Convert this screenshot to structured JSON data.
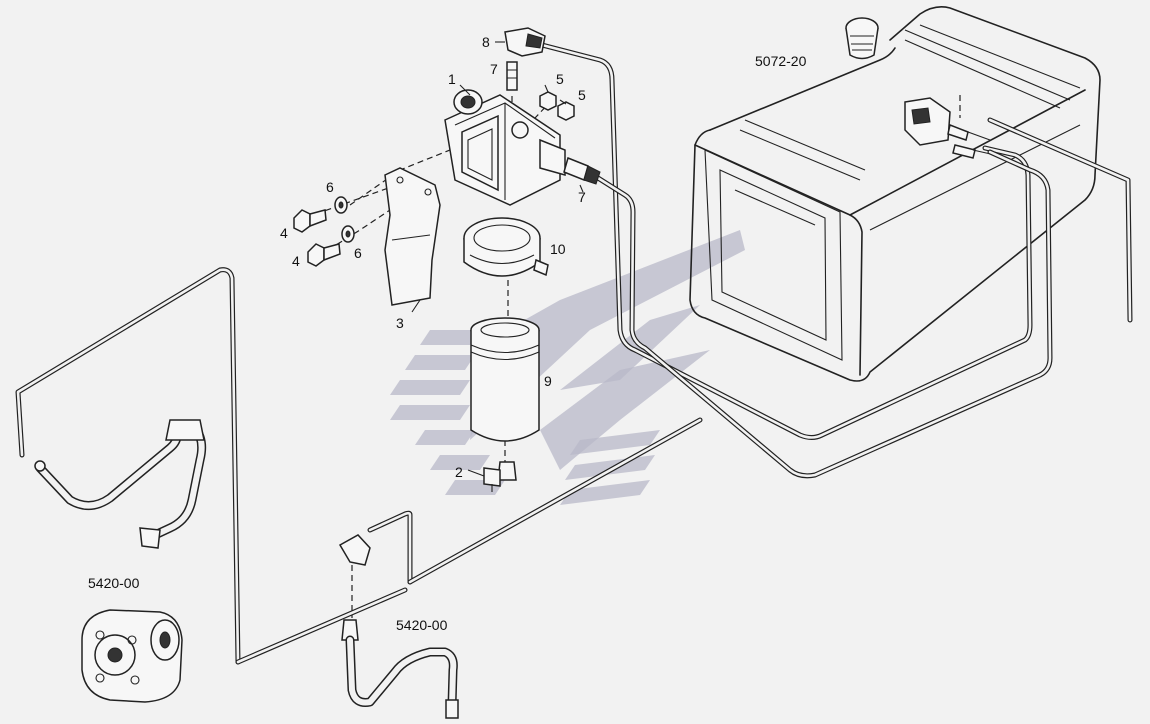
{
  "labels": {
    "callout_1": "1",
    "callout_2": "2",
    "callout_3": "3",
    "callout_4a": "4",
    "callout_4b": "4",
    "callout_5a": "5",
    "callout_5b": "5",
    "callout_6a": "6",
    "callout_6b": "6",
    "callout_7a": "7",
    "callout_7b": "7",
    "callout_8": "8",
    "callout_9": "9",
    "callout_10": "10",
    "ref_tank": "5072-20",
    "ref_pump": "5420-00",
    "ref_hose": "5420-00"
  },
  "colors": {
    "line": "#222222",
    "background": "#f2f2f2",
    "watermark": "#b8b8c8"
  }
}
